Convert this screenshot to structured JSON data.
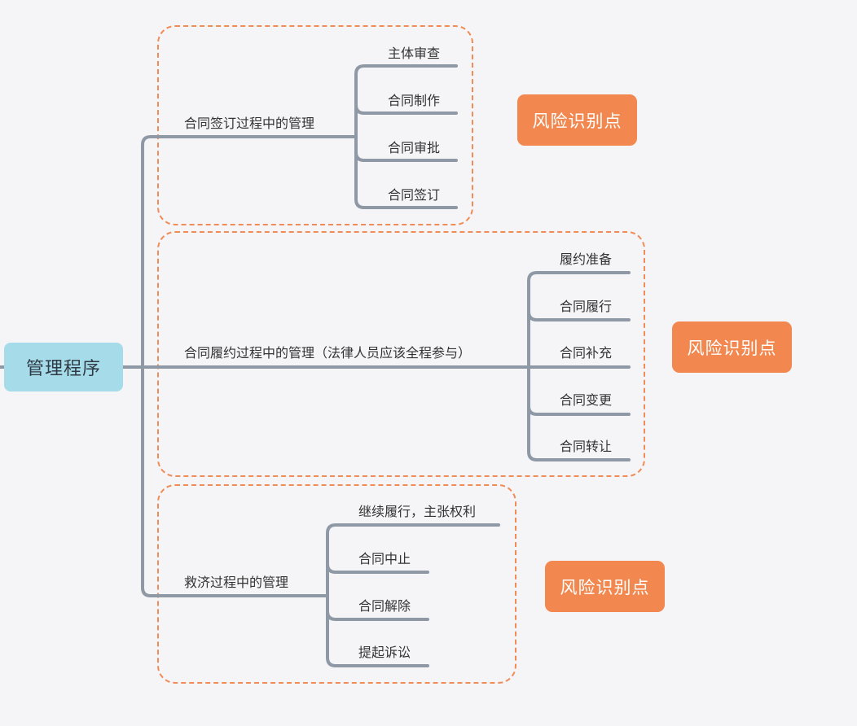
{
  "root": {
    "label": "管理程序"
  },
  "branches": [
    {
      "label": "合同签订过程中的管理",
      "risk_tag": "风险识别点",
      "items": [
        "主体审查",
        "合同制作",
        "合同审批",
        "合同签订"
      ]
    },
    {
      "label": "合同履约过程中的管理（法律人员应该全程参与）",
      "risk_tag": "风险识别点",
      "items": [
        "履约准备",
        "合同履行",
        "合同补充",
        "合同变更",
        "合同转让"
      ]
    },
    {
      "label": "救济过程中的管理",
      "risk_tag": "风险识别点",
      "items": [
        "继续履行，主张权利",
        "合同中止",
        "合同解除",
        "提起诉讼"
      ]
    }
  ],
  "colors": {
    "root_fill": "#a6dbe9",
    "risk_fill": "#f2884f",
    "group_border": "#ef8c57",
    "connector": "#8f99a6"
  }
}
